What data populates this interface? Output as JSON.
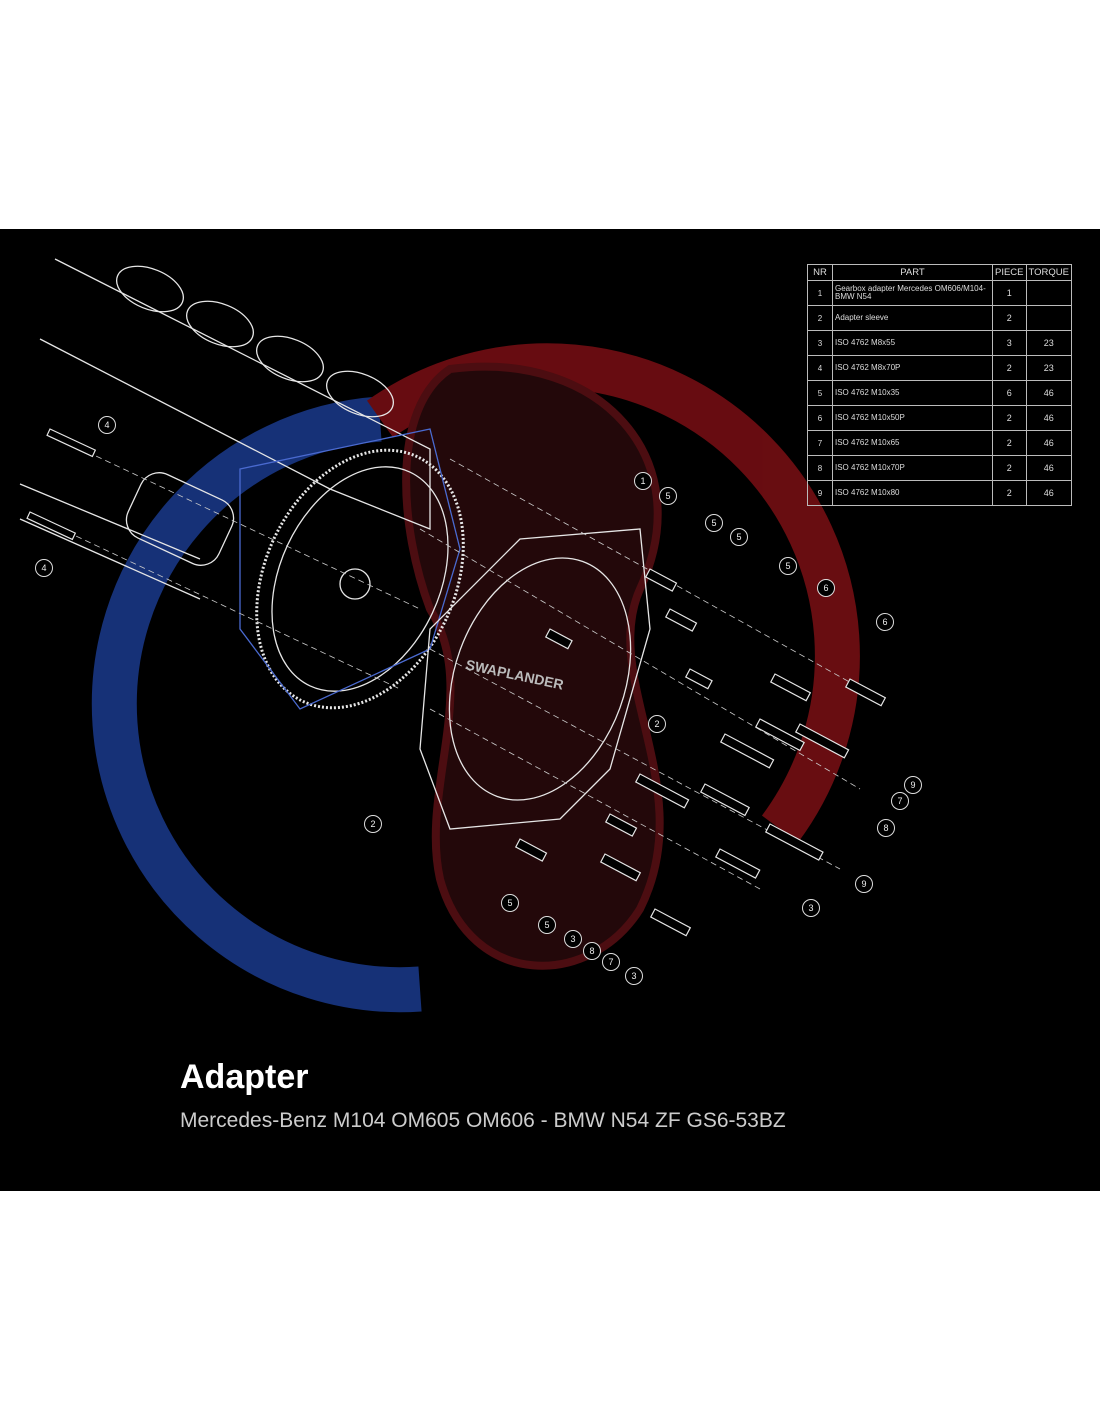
{
  "title": "Adapter",
  "subtitle": "Mercedes-Benz M104 OM605 OM606 - BMW N54 ZF GS6-53BZ",
  "watermark": "SWAPLANDER",
  "table": {
    "headers": [
      "NR",
      "PART",
      "PIECE",
      "TORQUE"
    ],
    "rows": [
      {
        "nr": "1",
        "part": "Gearbox adapter Mercedes OM606/M104-BMW N54",
        "piece": "1",
        "torque": ""
      },
      {
        "nr": "2",
        "part": "Adapter sleeve",
        "piece": "2",
        "torque": ""
      },
      {
        "nr": "3",
        "part": "ISO 4762 M8x55",
        "piece": "3",
        "torque": "23"
      },
      {
        "nr": "4",
        "part": "ISO 4762 M8x70P",
        "piece": "2",
        "torque": "23"
      },
      {
        "nr": "5",
        "part": "ISO 4762 M10x35",
        "piece": "6",
        "torque": "46"
      },
      {
        "nr": "6",
        "part": "ISO 4762 M10x50P",
        "piece": "2",
        "torque": "46"
      },
      {
        "nr": "7",
        "part": "ISO 4762 M10x65",
        "piece": "2",
        "torque": "46"
      },
      {
        "nr": "8",
        "part": "ISO 4762 M10x70P",
        "piece": "2",
        "torque": "46"
      },
      {
        "nr": "9",
        "part": "ISO 4762 M10x80",
        "piece": "2",
        "torque": "46"
      }
    ]
  },
  "callouts": [
    "4",
    "4",
    "1",
    "5",
    "5",
    "5",
    "5",
    "6",
    "6",
    "2",
    "2",
    "9",
    "7",
    "8",
    "9",
    "3",
    "5",
    "5",
    "3",
    "8",
    "7",
    "3"
  ],
  "colors": {
    "background": "#000000",
    "line": "#e6e6e6",
    "blue_gear": "#1a3a8c",
    "red_gear": "#7a0f14"
  }
}
